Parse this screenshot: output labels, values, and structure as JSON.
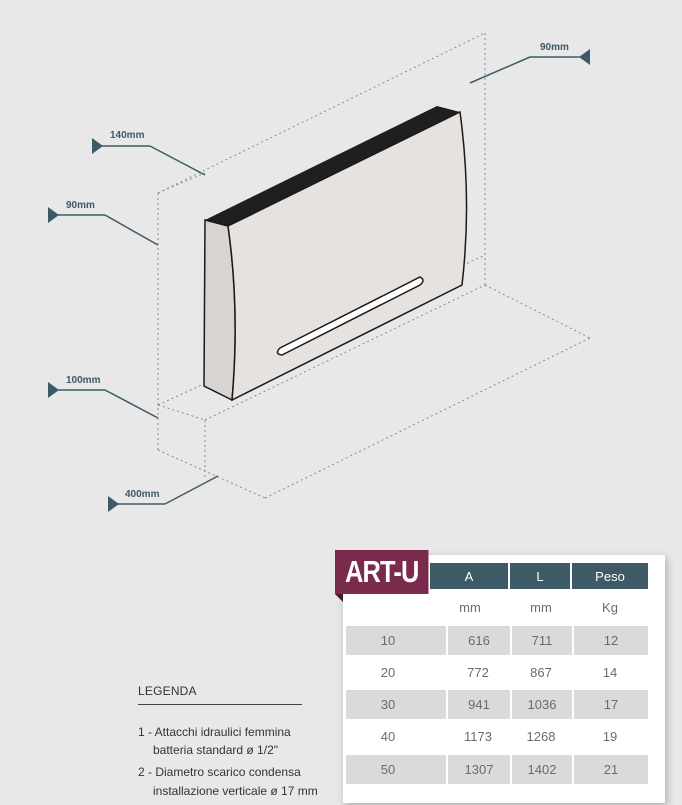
{
  "dimensions": {
    "top_right_depth": "90mm",
    "left_top_depth": "140mm",
    "left_side": "90mm",
    "bottom_clearance": "100mm",
    "floor_depth": "400mm"
  },
  "table": {
    "model": "ART-U",
    "headers": [
      "A",
      "L",
      "Peso"
    ],
    "units": [
      "mm",
      "mm",
      "Kg"
    ],
    "rows": [
      {
        "model": "10",
        "a": "616",
        "l": "711",
        "peso": "12"
      },
      {
        "model": "20",
        "a": "772",
        "l": "867",
        "peso": "14"
      },
      {
        "model": "30",
        "a": "941",
        "l": "1036",
        "peso": "17"
      },
      {
        "model": "40",
        "a": "1173",
        "l": "1268",
        "peso": "19"
      },
      {
        "model": "50",
        "a": "1307",
        "l": "1402",
        "peso": "21"
      }
    ]
  },
  "legend": {
    "title": "LEGENDA",
    "item1_line1": "1 - Attacchi idraulici femmina",
    "item1_line2": "batteria standard ø 1/2\"",
    "item2_line1": "2 - Diametro scarico condensa",
    "item2_line2": "installazione verticale ø 17 mm"
  },
  "colors": {
    "accent_dark_teal": "#3d5a66",
    "badge_burgundy": "#7a2a4a",
    "unit_body": "#e6e2df"
  }
}
